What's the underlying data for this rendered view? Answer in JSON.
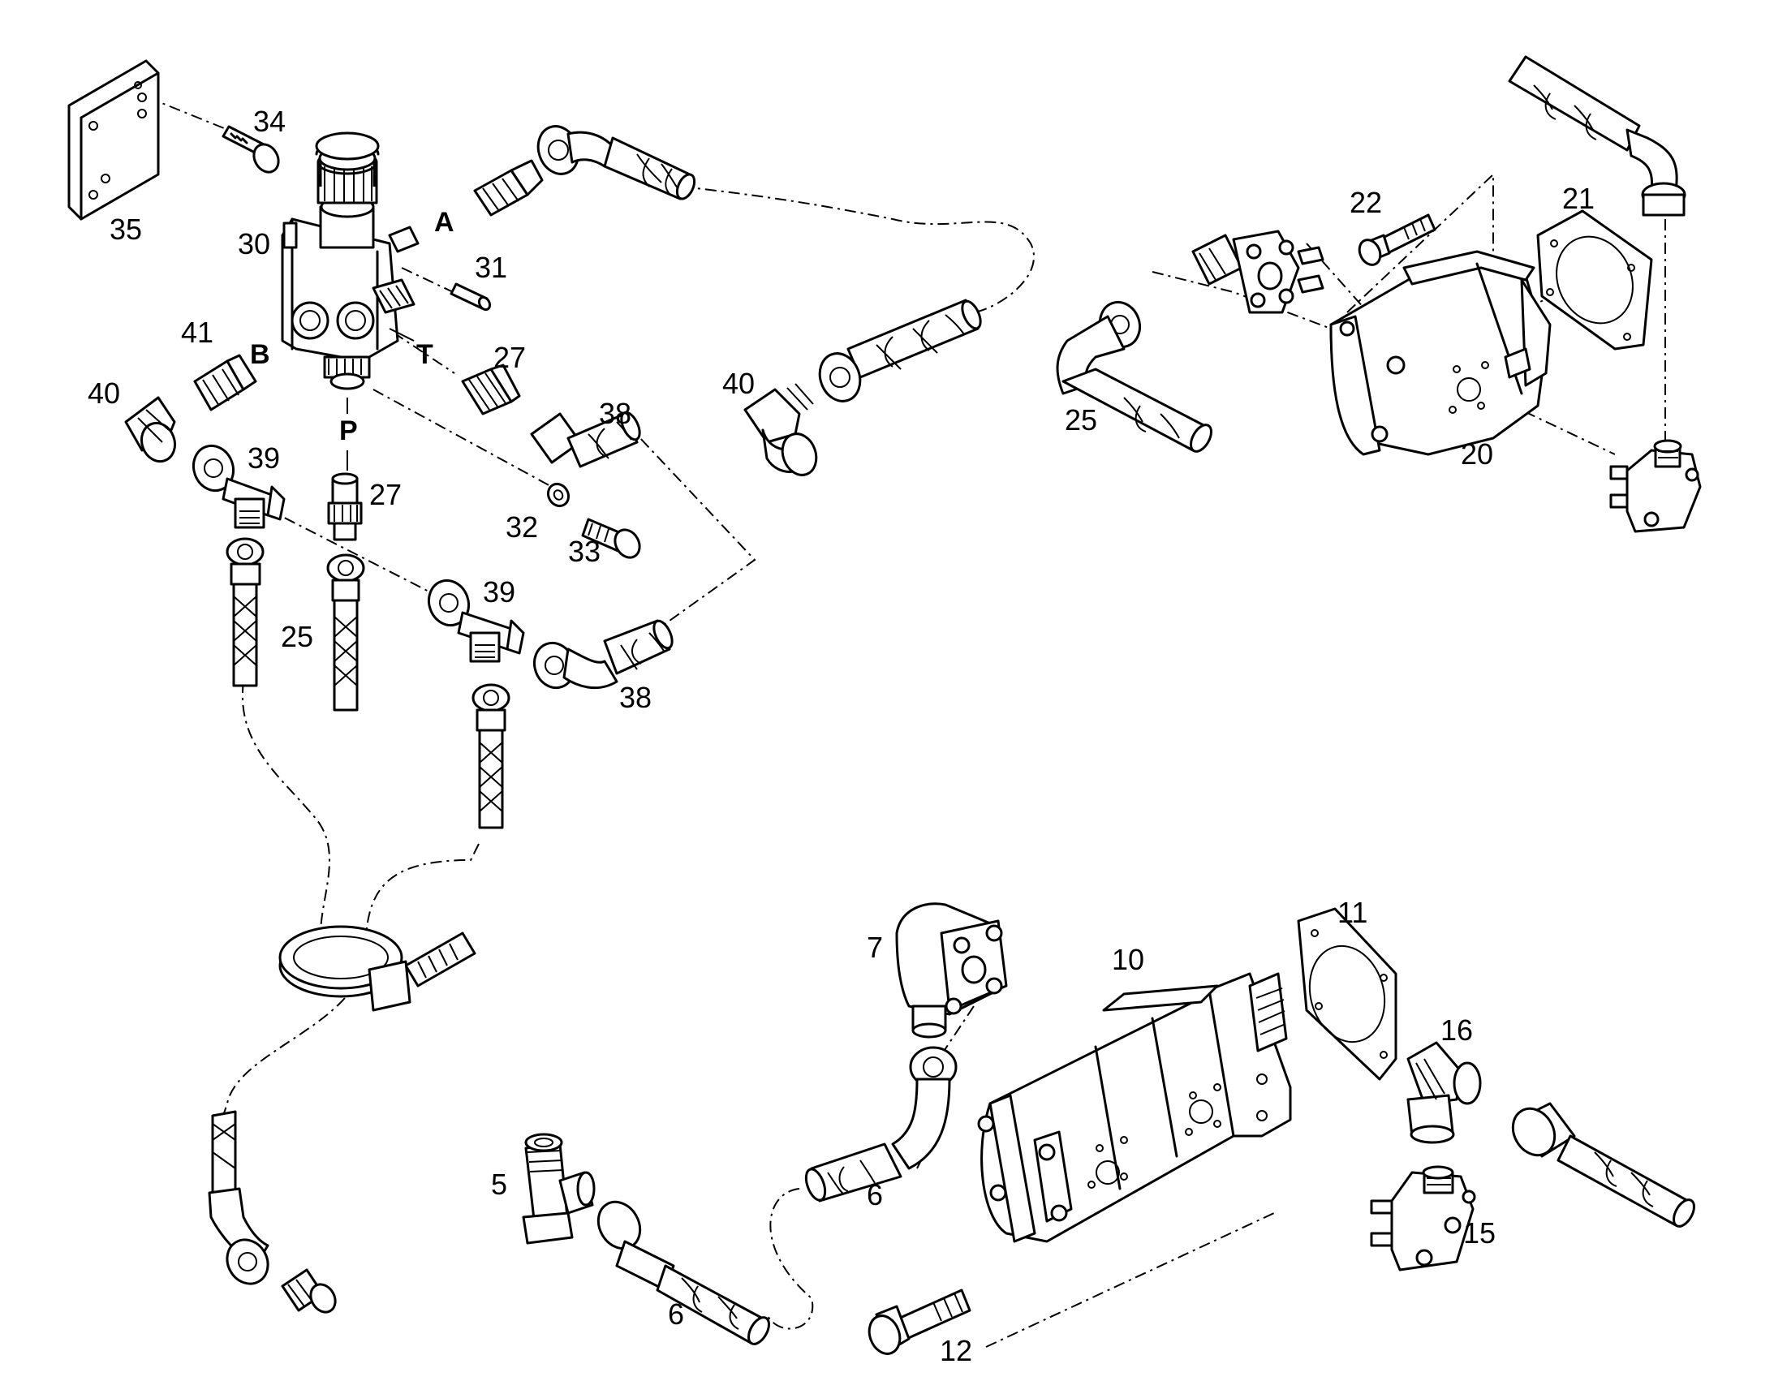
{
  "colors": {
    "line": "#000000",
    "background": "#ffffff"
  },
  "port_labels": {
    "a": "A",
    "b": "B",
    "t": "T",
    "p": "P"
  },
  "callouts": {
    "c5": "5",
    "c6a": "6",
    "c6b": "6",
    "c7": "7",
    "c10": "10",
    "c11": "11",
    "c12": "12",
    "c15": "15",
    "c16": "16",
    "c20": "20",
    "c21": "21",
    "c22": "22",
    "c25a": "25",
    "c25b": "25",
    "c27a": "27",
    "c27b": "27",
    "c30": "30",
    "c31": "31",
    "c32": "32",
    "c33": "33",
    "c34": "34",
    "c35": "35",
    "c38a": "38",
    "c38b": "38",
    "c39a": "39",
    "c39b": "39",
    "c40a": "40",
    "c40b": "40",
    "c41": "41"
  }
}
